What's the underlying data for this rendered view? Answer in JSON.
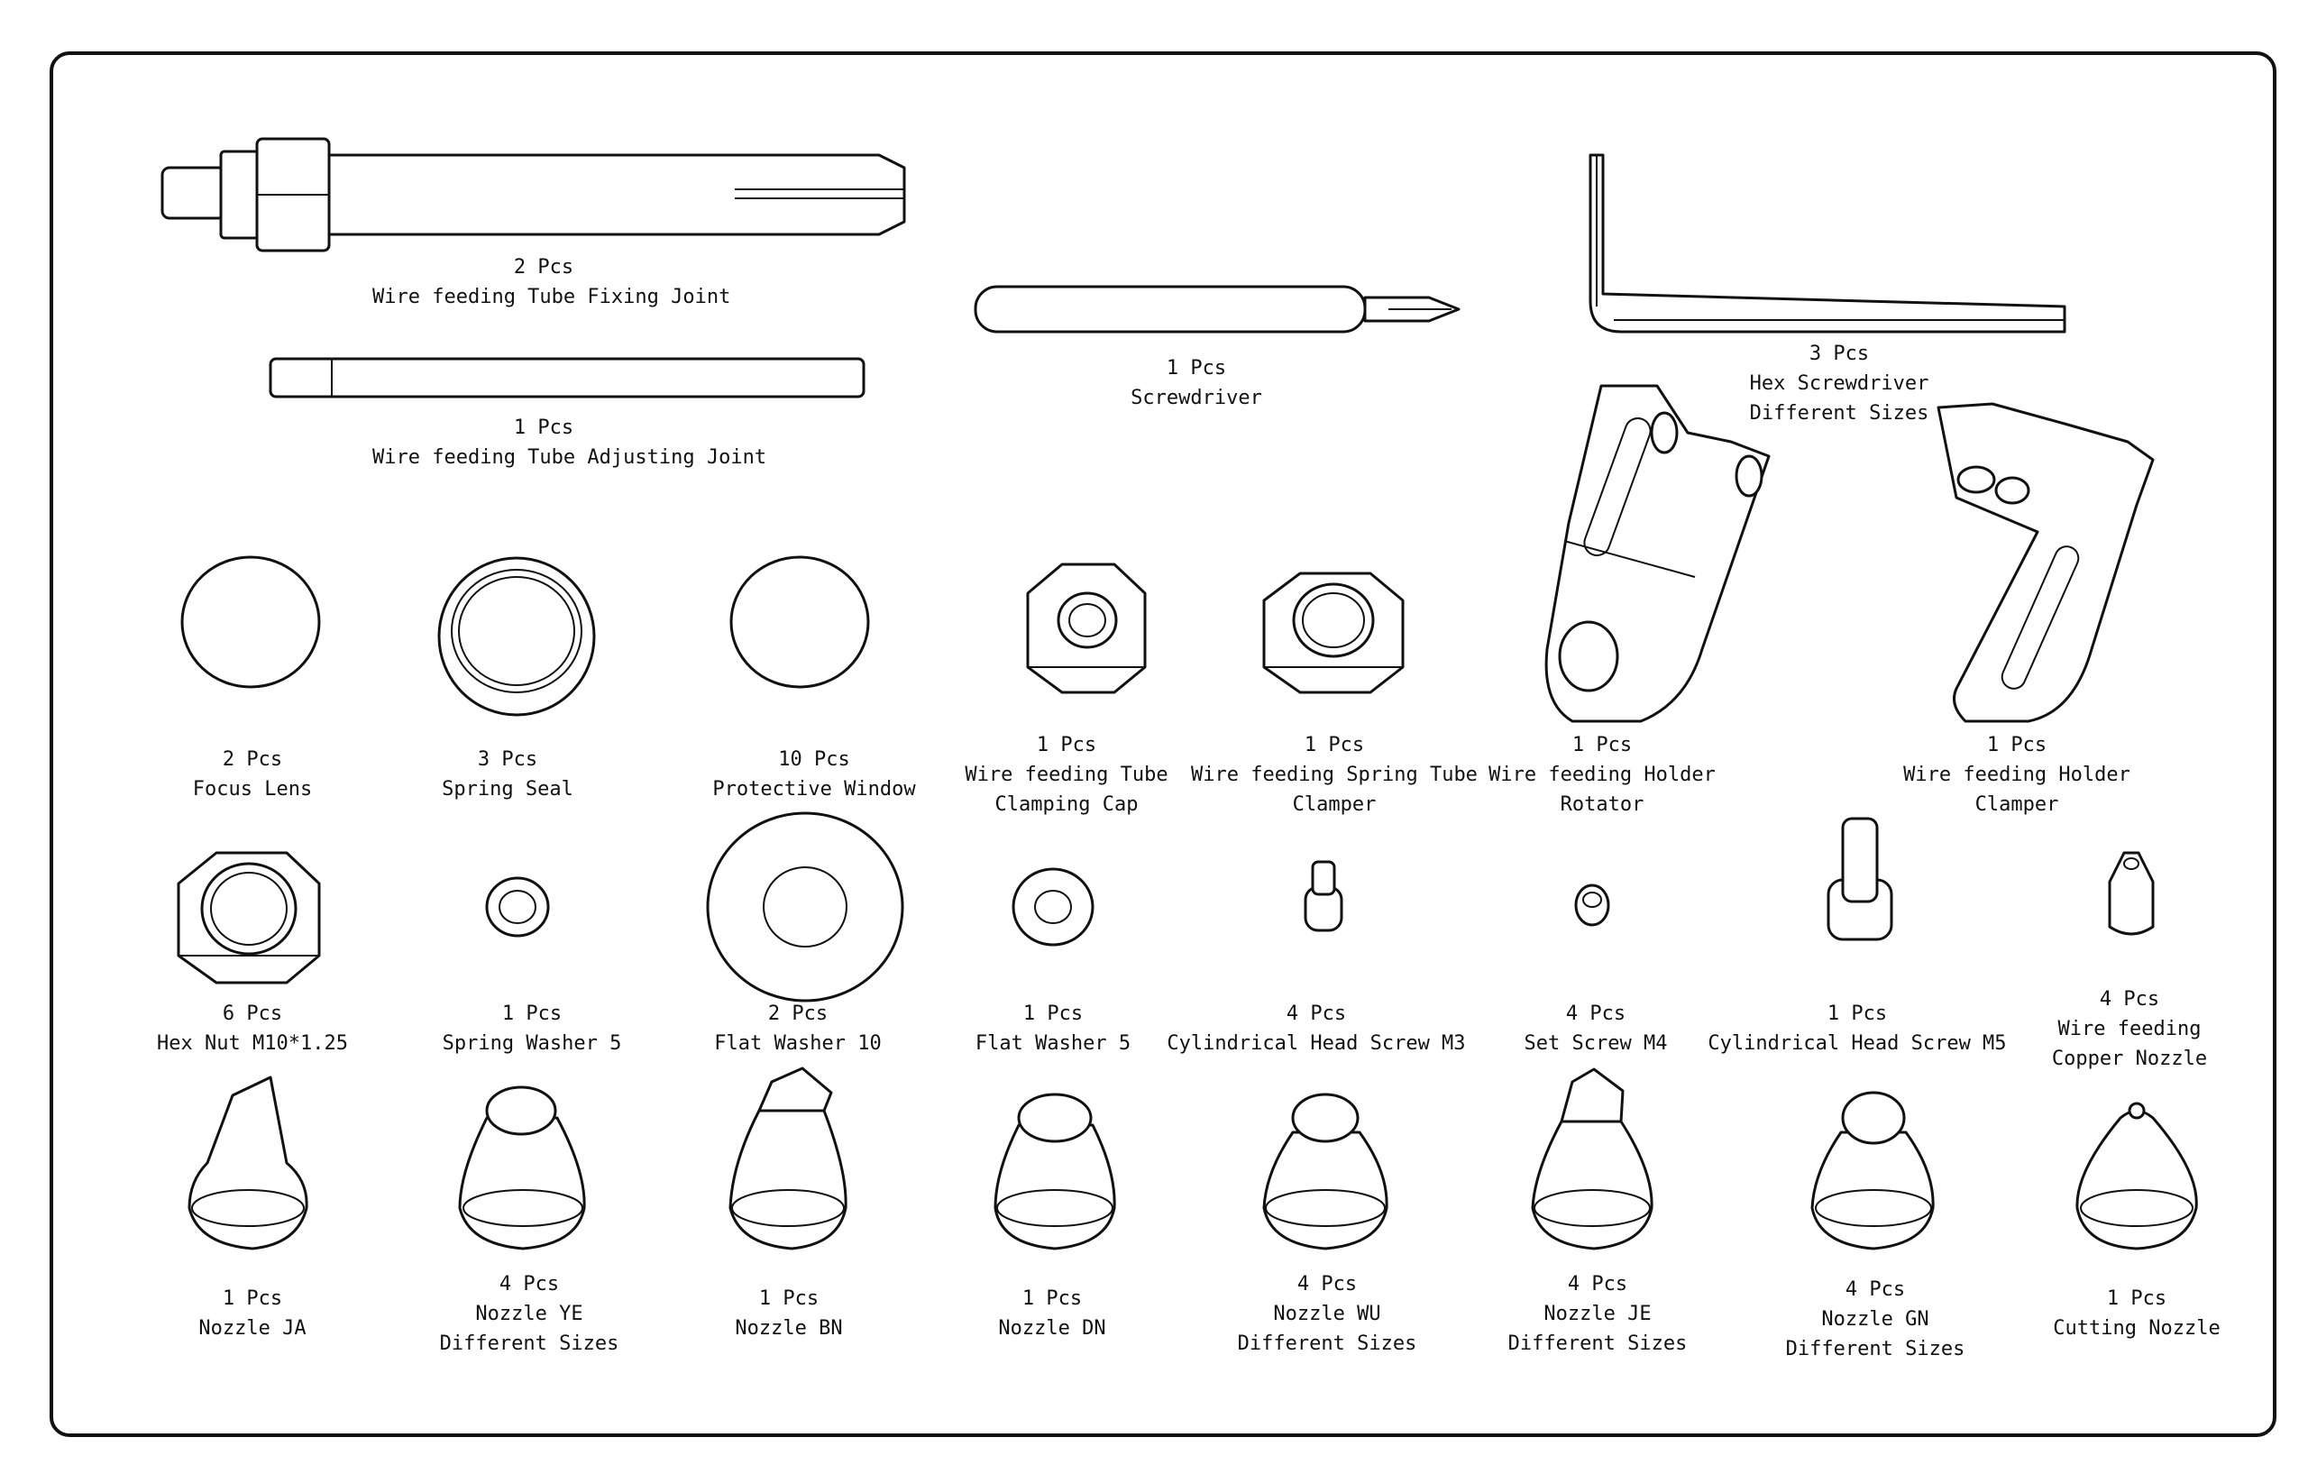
{
  "border_color": "#111111",
  "parts": [
    {
      "id": "fixing-joint",
      "qty": "2 Pcs",
      "lines": [
        "Wire feeding Tube Fixing Joint"
      ]
    },
    {
      "id": "adjusting-joint",
      "qty": "1 Pcs",
      "lines": [
        "Wire feeding Tube Adjusting Joint"
      ]
    },
    {
      "id": "screwdriver",
      "qty": "1 Pcs",
      "lines": [
        "Screwdriver"
      ]
    },
    {
      "id": "hex-screwdriver",
      "qty": "3 Pcs",
      "lines": [
        "Hex Screwdriver",
        "Different Sizes"
      ]
    },
    {
      "id": "focus-lens",
      "qty": "2 Pcs",
      "lines": [
        "Focus Lens"
      ]
    },
    {
      "id": "spring-seal",
      "qty": "3 Pcs",
      "lines": [
        "Spring Seal"
      ]
    },
    {
      "id": "protective-window",
      "qty": "10 Pcs",
      "lines": [
        "Protective Window"
      ]
    },
    {
      "id": "clamping-cap",
      "qty": "1 Pcs",
      "lines": [
        "Wire feeding Tube",
        "Clamping Cap"
      ]
    },
    {
      "id": "spring-tube-clamper",
      "qty": "1 Pcs",
      "lines": [
        "Wire feeding Spring Tube",
        "Clamper"
      ]
    },
    {
      "id": "holder-rotator",
      "qty": "1 Pcs",
      "lines": [
        "Wire feeding Holder",
        "Rotator"
      ]
    },
    {
      "id": "holder-clamper",
      "qty": "1 Pcs",
      "lines": [
        "Wire feeding Holder",
        "Clamper"
      ]
    },
    {
      "id": "hex-nut",
      "qty": "6 Pcs",
      "lines": [
        "Hex Nut M10*1.25"
      ]
    },
    {
      "id": "spring-washer",
      "qty": "1 Pcs",
      "lines": [
        "Spring Washer 5"
      ]
    },
    {
      "id": "flat-washer-10",
      "qty": "2 Pcs",
      "lines": [
        "Flat Washer 10"
      ]
    },
    {
      "id": "flat-washer-5",
      "qty": "1 Pcs",
      "lines": [
        "Flat Washer 5"
      ]
    },
    {
      "id": "screw-m3",
      "qty": "4 Pcs",
      "lines": [
        "Cylindrical Head Screw M3"
      ]
    },
    {
      "id": "set-screw-m4",
      "qty": "4 Pcs",
      "lines": [
        "Set Screw M4"
      ]
    },
    {
      "id": "screw-m5",
      "qty": "1 Pcs",
      "lines": [
        "Cylindrical Head Screw M5"
      ]
    },
    {
      "id": "copper-nozzle",
      "qty": "4 Pcs",
      "lines": [
        "Wire feeding",
        "Copper Nozzle"
      ]
    },
    {
      "id": "nozzle-ja",
      "qty": "1 Pcs",
      "lines": [
        "Nozzle JA"
      ]
    },
    {
      "id": "nozzle-ye",
      "qty": "4 Pcs",
      "lines": [
        "Nozzle YE",
        "Different Sizes"
      ]
    },
    {
      "id": "nozzle-bn",
      "qty": "1 Pcs",
      "lines": [
        "Nozzle BN"
      ]
    },
    {
      "id": "nozzle-dn",
      "qty": "1 Pcs",
      "lines": [
        "Nozzle DN"
      ]
    },
    {
      "id": "nozzle-wu",
      "qty": "4 Pcs",
      "lines": [
        "Nozzle WU",
        "Different Sizes"
      ]
    },
    {
      "id": "nozzle-je",
      "qty": "4 Pcs",
      "lines": [
        "Nozzle JE",
        "Different Sizes"
      ]
    },
    {
      "id": "nozzle-gn",
      "qty": "4 Pcs",
      "lines": [
        "Nozzle GN",
        "Different Sizes"
      ]
    },
    {
      "id": "cutting-nozzle",
      "qty": "1 Pcs",
      "lines": [
        "Cutting Nozzle"
      ]
    }
  ]
}
